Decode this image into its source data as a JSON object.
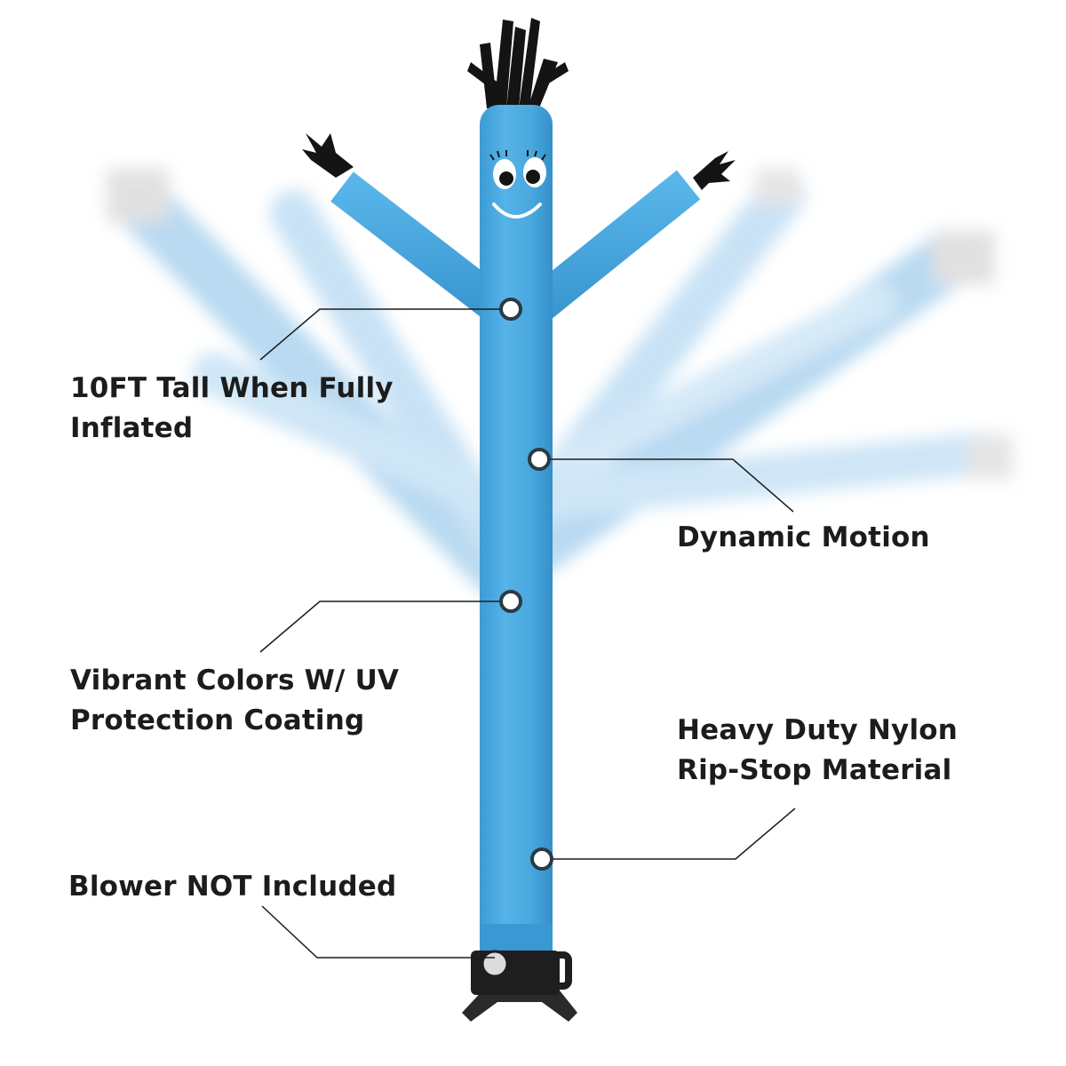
{
  "product": {
    "body_color": "#4aa8de",
    "body_shade": "#2f8fc9",
    "streamer_color": "#141414",
    "motion_blur_color": "#8fc3ea"
  },
  "callouts": {
    "height": {
      "line1": "10FT Tall When Fully",
      "line2": "Inflated"
    },
    "motion": {
      "line1": "Dynamic Motion"
    },
    "colors": {
      "line1": "Vibrant Colors W/ UV",
      "line2": "Protection Coating"
    },
    "material": {
      "line1": "Heavy Duty Nylon",
      "line2": "Rip-Stop Material"
    },
    "blower": {
      "line1": "Blower NOT Included"
    }
  }
}
